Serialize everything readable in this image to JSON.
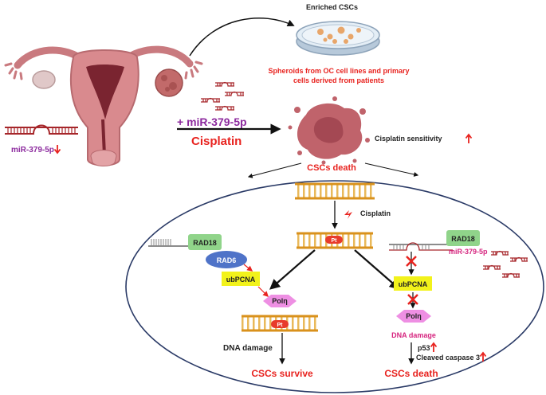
{
  "labels": {
    "enriched_cscs": "Enriched CSCs",
    "spheroids_line1": "Spheroids from OC cell lines and primary",
    "spheroids_line2": "cells derived from patients",
    "mir_left": "miR-379-5p",
    "treatment_mir": "+ miR-379-5p",
    "treatment_drug": "Cisplatin",
    "cisplatin_sensitivity": "Cisplatin sensitivity",
    "cscs_death_top": "CSCs death",
    "cisplatin_center": "Cisplatin",
    "pt_center": "Pt",
    "pt_left": "Pt",
    "rad18_left": "RAD18",
    "rad6": "RAD6",
    "ubpcna_left": "ubPCNA",
    "poln_left": "Polη",
    "dna_damage_left": "DNA damage",
    "cscs_survive": "CSCs survive",
    "rad18_right": "RAD18",
    "mir_right": "miR-379-5p",
    "ubpcna_right": "ubPCNA",
    "poln_right": "Polη",
    "dna_damage_right": "DNA damage",
    "p53": "p53",
    "cleaved_caspase": "Cleaved caspase 3",
    "cscs_death_bottom": "CSCs death"
  },
  "colors": {
    "red_text": "#e8231f",
    "purple_text": "#8c2a9e",
    "magenta_text": "#d6257f",
    "dna_orange": "#d9911c",
    "dna_rung": "#e9b95a",
    "mirna": "#a6262a",
    "rad18_green": "#90d48a",
    "rad6_blue": "#4f73c8",
    "ubpcna_yellow": "#f2f21b",
    "poln_pink": "#ee8fe3",
    "pt_red": "#e83b2b",
    "uterus_pink": "#d98a8e",
    "spheroid": "#c0636b",
    "ellipse_border": "#2a3a66"
  }
}
